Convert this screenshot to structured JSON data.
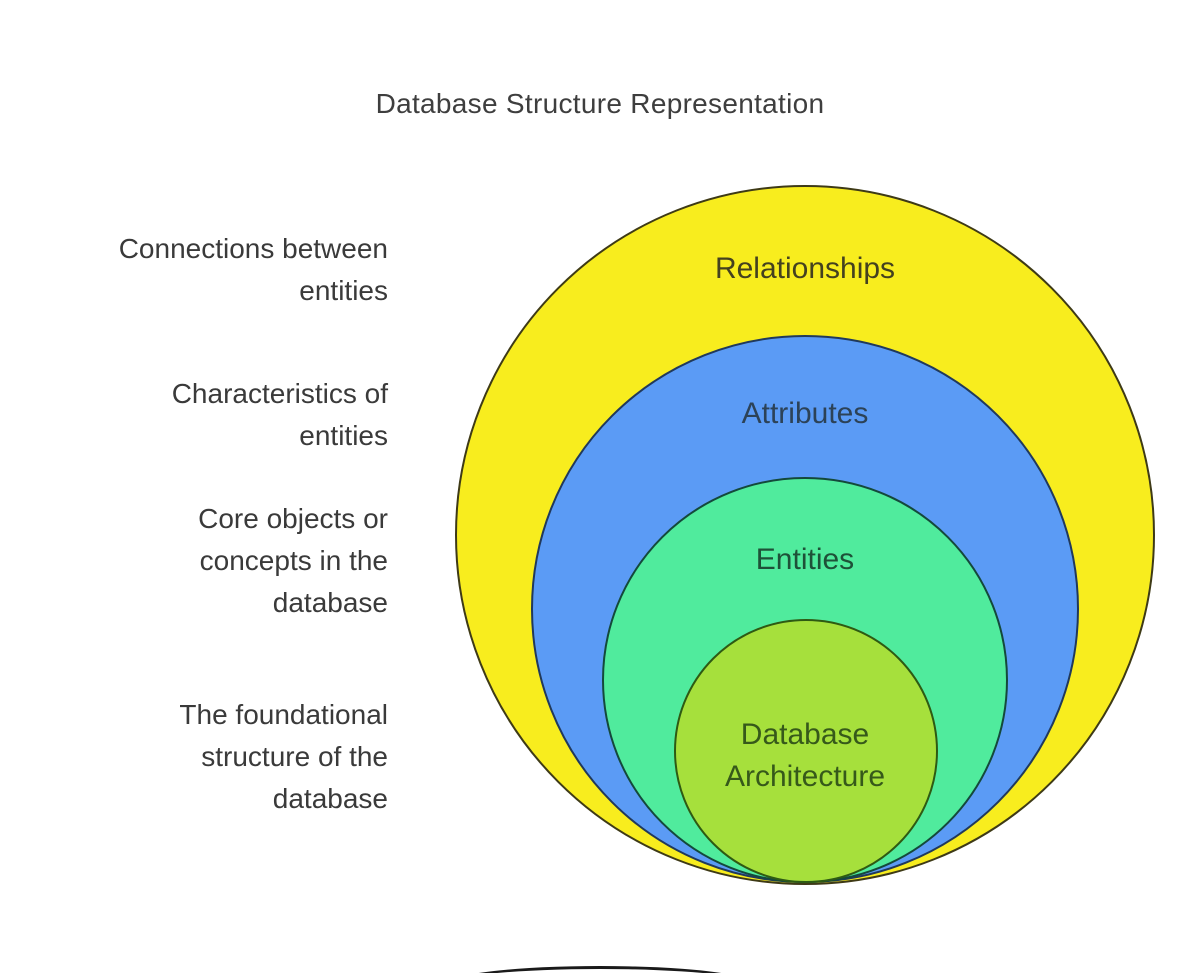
{
  "title": "Database Structure Representation",
  "colors": {
    "background": "#ffffff",
    "title_text": "#3e3e3e",
    "annotation_text": "#3a3a3a",
    "bottom_shape_stroke": "#1a1a1a"
  },
  "diagram": {
    "type": "nested-circles",
    "rings": [
      {
        "label": "Relationships",
        "description_lines": [
          "Connections between",
          "entities"
        ],
        "fill": "#f8ed1e",
        "stroke": "#3e3a16",
        "text_color": "#44411f"
      },
      {
        "label": "Attributes",
        "description_lines": [
          "Characteristics of",
          "entities"
        ],
        "fill": "#5b9bf5",
        "stroke": "#20395c",
        "text_color": "#2c4257"
      },
      {
        "label": "Entities",
        "description_lines": [
          "Core objects or",
          "concepts in the",
          "database"
        ],
        "fill": "#50eb9d",
        "stroke": "#14493b",
        "text_color": "#1e5138"
      },
      {
        "label": "Database Architecture",
        "description_lines": [
          "The foundational",
          "structure of the",
          "database"
        ],
        "fill": "#a6e03c",
        "stroke": "#2e5a13",
        "text_color": "#36591a"
      }
    ]
  }
}
